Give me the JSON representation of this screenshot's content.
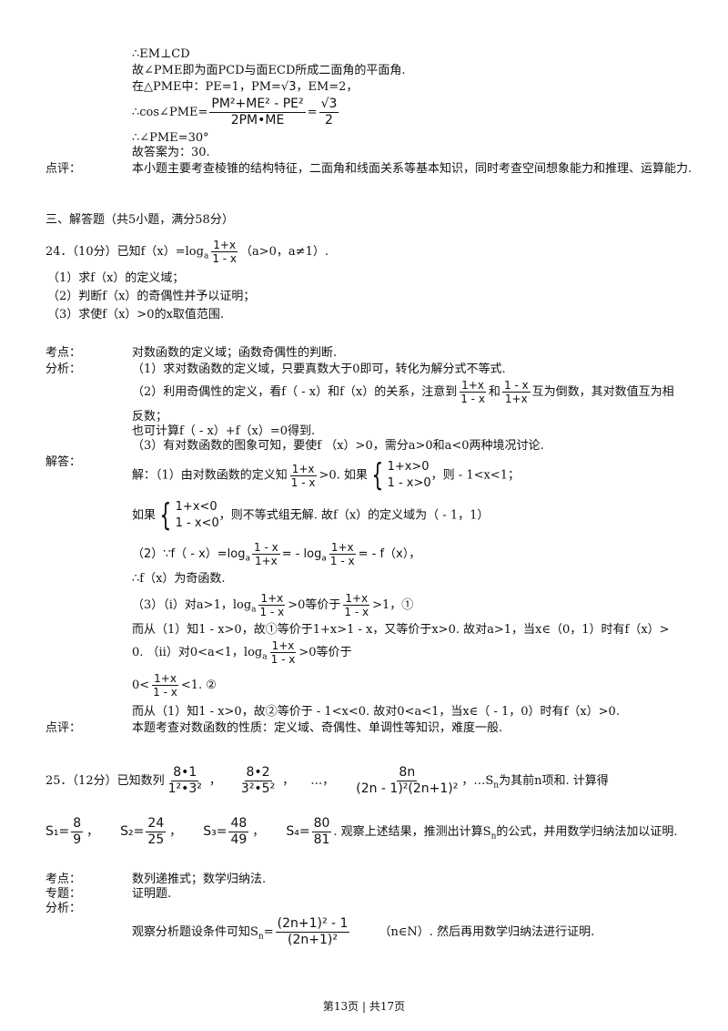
{
  "prev": {
    "l1": "∴EM⊥CD",
    "l2": "故∠PME即为面PCD与面ECD所成二面角的平面角.",
    "l3a": "在△PME中：PE=1，PM=",
    "l3b": "√3",
    "l3c": "，EM=2，",
    "l4a": "∴cos∠PME=",
    "l4num": "PM²+ME² - PE²",
    "l4den": "2PM•ME",
    "l4eq": "=",
    "l4rnum": "√3",
    "l4rden": "2",
    "l5": "∴∠PME=30°",
    "l6": "故答案为：30.",
    "comment_label": "点评：",
    "comment": "本小题主要考查棱锥的结构特征，二面角和线面关系等基本知识，同时考查空间想象能力和推理、运算能力."
  },
  "section": "三、解答题（共5小题，满分58分）",
  "q24": {
    "head_a": "24．（10分）已知f（x）=log",
    "head_sub": "a",
    "head_num": "1+x",
    "head_den": "1 - x",
    "head_b": "（a>0，a≠1）.",
    "p1": "（1）求f（x）的定义域；",
    "p2": "（2）判断f（x）的奇偶性并予以证明；",
    "p3": "（3）求使f（x）>0的x取值范围.",
    "kd_label": "考点：",
    "kd": "对数函数的定义域；函数奇偶性的判断.",
    "fx_label": "分析：",
    "fx1": "（1）求对数函数的定义域，只要真数大于0即可，转化为解分式不等式.",
    "fx2a": "（2）利用奇偶性的定义，看f（ - x）和f（x）的关系，注意到",
    "fx2n1": "1+x",
    "fx2d1": "1 - x",
    "fx2b": "和",
    "fx2n2": "1 - x",
    "fx2d2": "1+x",
    "fx2c": "互为倒数，其对数值互为相",
    "fx2d": "反数；",
    "fx2e": "也可计算f（ - x）+f（x）=0得到.",
    "fx3": "（3）有对数函数的图象可知，要使f （x）>0，需分a>0和a<0两种境况讨论.",
    "jd_label": "解答：",
    "s1a": "解：（1）由对数函数的定义知",
    "s1n": "1+x",
    "s1d": "1 - x",
    "s1b": ">0. 如果",
    "s1r1": "1+x>0",
    "s1r2": "1 - x>0",
    "s1c": "，则 - 1<x<1；",
    "s2a": "如果",
    "s2r1": "1+x<0",
    "s2r2": "1 - x<0",
    "s2b": "，则不等式组无解. 故f（x）的定义域为（ - 1，1）",
    "s3a": "（2）∵f（ - x）=log",
    "s3sub1": "a",
    "s3n1": "1 - x",
    "s3d1": "1+x",
    "s3b": "= - log",
    "s3sub2": "a",
    "s3n2": "1+x",
    "s3d2": "1 - x",
    "s3c": "= - f（x），",
    "s4": "∴f（x）为奇函数.",
    "s5a": "（3）（ⅰ）对a>1，log",
    "s5sub": "a",
    "s5n1": "1+x",
    "s5d1": "1 - x",
    "s5b": ">0等价于",
    "s5n2": "1+x",
    "s5d2": "1 - x",
    "s5c": ">1，①",
    "s6": "而从（1）知1 - x>0，故①等价于1+x>1 - x，又等价于x>0. 故对a>1，当x∈（0，1）时有f（x）>",
    "s7a": "0. （ⅱ）对0<a<1，log",
    "s7sub": "a",
    "s7n": "1+x",
    "s7d": "1 - x",
    "s7b": ">0等价于",
    "s8a": "0<",
    "s8n": "1+x",
    "s8d": "1 - x",
    "s8b": "<1. ②",
    "s9": "而从（1）知1 - x>0，故②等价于 - 1<x<0. 故对0<a<1，当x∈（ - 1，0）时有f（x）>0.",
    "dp_label": "点评：",
    "dp": "本题考查对数函数的性质：定义域、奇偶性、单调性等知识，难度一般."
  },
  "q25": {
    "head_a": "25．（12分）已知数列",
    "t1n": "8•1",
    "t1d": "1²•3²",
    "t2n": "8•2",
    "t2d": "3²•5²",
    "dots": "…，",
    "t3n": "8n",
    "t3d": "(2n - 1)²(2n+1)²",
    "head_b": "，…S",
    "head_sub": "n",
    "head_c": "为其前n项和. 计算得",
    "S1": "S₁=",
    "S1n": "8",
    "S1d": "9",
    "S2": "S₂=",
    "S2n": "24",
    "S2d": "25",
    "S3": "S₃=",
    "S3n": "48",
    "S3d": "49",
    "S4": "S₄=",
    "S4n": "80",
    "S4d": "81",
    "s_tail_a": ". 观察上述结果，推测出计算S",
    "s_tail_sub": "n",
    "s_tail_b": "的公式，并用数学归纳法加以证明.",
    "kd_label": "考点：",
    "kd": "数列递推式；数学归纳法.",
    "zt_label": "专题：",
    "zt": "证明题.",
    "fx_label": "分析：",
    "fx_a": "观察分析题设条件可知S",
    "fx_sub": "n",
    "fx_eq": "=",
    "fx_num": "(2n+1)² - 1",
    "fx_den": "(2n+1)²",
    "fx_b": "（n∈N）. 然后再用数学归纳法进行证明."
  },
  "footer": "第13页 | 共17页"
}
